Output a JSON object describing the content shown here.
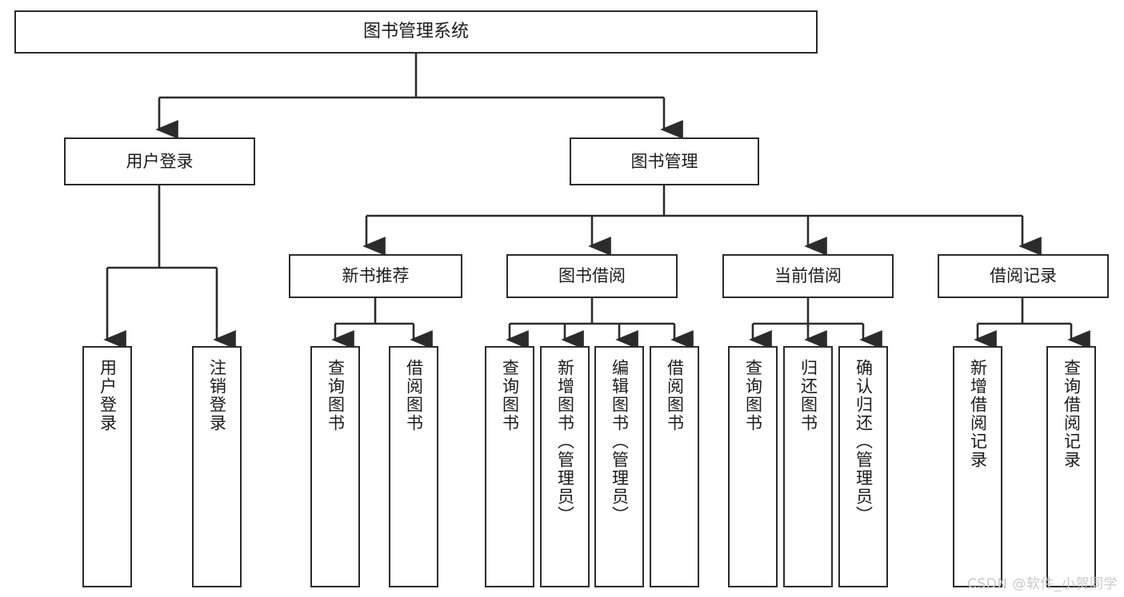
{
  "diagram": {
    "type": "hierarchy-tree",
    "title": "图书管理系统",
    "orientation": "top-down",
    "leaf_text_orientation": "vertical",
    "colors": {
      "box_border": "#2b2b2b",
      "box_fill": "#ffffff",
      "connector": "#2b2b2b",
      "text": "#1b1b1b",
      "watermark": "#c9c9c9",
      "background": "#ffffff"
    }
  },
  "watermark": {
    "text": "CSDN @软件_小贺同学"
  },
  "nodes": {
    "root": {
      "label": "图书管理系统",
      "level": 1
    },
    "level2": [
      {
        "id": "user-login",
        "label": "用户登录"
      },
      {
        "id": "book-manage",
        "label": "图书管理"
      }
    ],
    "level3": [
      {
        "id": "new-book-recommend",
        "label": "新书推荐"
      },
      {
        "id": "book-borrow",
        "label": "图书借阅"
      },
      {
        "id": "current-borrow",
        "label": "当前借阅"
      },
      {
        "id": "borrow-record",
        "label": "借阅记录"
      }
    ],
    "leaves": {
      "user_login": [
        {
          "id": "leaf-user-login",
          "label": "用户登录"
        },
        {
          "id": "leaf-logout-login",
          "label": "注销登录"
        }
      ],
      "new_book_recommend": [
        {
          "id": "leaf-query-book-1",
          "label": "查询图书"
        },
        {
          "id": "leaf-borrow-book-1",
          "label": "借阅图书"
        }
      ],
      "book_borrow": [
        {
          "id": "leaf-query-book-2",
          "label": "查询图书"
        },
        {
          "id": "leaf-add-book",
          "label": "新增图书（管理员）"
        },
        {
          "id": "leaf-edit-book",
          "label": "编辑图书（管理员）"
        },
        {
          "id": "leaf-borrow-book-2",
          "label": "借阅图书"
        }
      ],
      "current_borrow": [
        {
          "id": "leaf-query-book-3",
          "label": "查询图书"
        },
        {
          "id": "leaf-return-book",
          "label": "归还图书"
        },
        {
          "id": "leaf-confirm-return",
          "label": "确认归还（管理员）"
        }
      ],
      "borrow_record": [
        {
          "id": "leaf-add-record",
          "label": "新增借阅记录"
        },
        {
          "id": "leaf-query-record",
          "label": "查询借阅记录"
        }
      ]
    }
  },
  "edges": [
    {
      "from": "图书管理系统",
      "to": "用户登录"
    },
    {
      "from": "图书管理系统",
      "to": "图书管理"
    },
    {
      "from": "用户登录",
      "to": "用户登录"
    },
    {
      "from": "用户登录",
      "to": "注销登录"
    },
    {
      "from": "图书管理",
      "to": "新书推荐"
    },
    {
      "from": "图书管理",
      "to": "图书借阅"
    },
    {
      "from": "图书管理",
      "to": "当前借阅"
    },
    {
      "from": "图书管理",
      "to": "借阅记录"
    },
    {
      "from": "新书推荐",
      "to": "查询图书"
    },
    {
      "from": "新书推荐",
      "to": "借阅图书"
    },
    {
      "from": "图书借阅",
      "to": "查询图书"
    },
    {
      "from": "图书借阅",
      "to": "新增图书（管理员）"
    },
    {
      "from": "图书借阅",
      "to": "编辑图书（管理员）"
    },
    {
      "from": "图书借阅",
      "to": "借阅图书"
    },
    {
      "from": "当前借阅",
      "to": "查询图书"
    },
    {
      "from": "当前借阅",
      "to": "归还图书"
    },
    {
      "from": "当前借阅",
      "to": "确认归还（管理员）"
    },
    {
      "from": "借阅记录",
      "to": "新增借阅记录"
    },
    {
      "from": "借阅记录",
      "to": "查询借阅记录"
    }
  ]
}
